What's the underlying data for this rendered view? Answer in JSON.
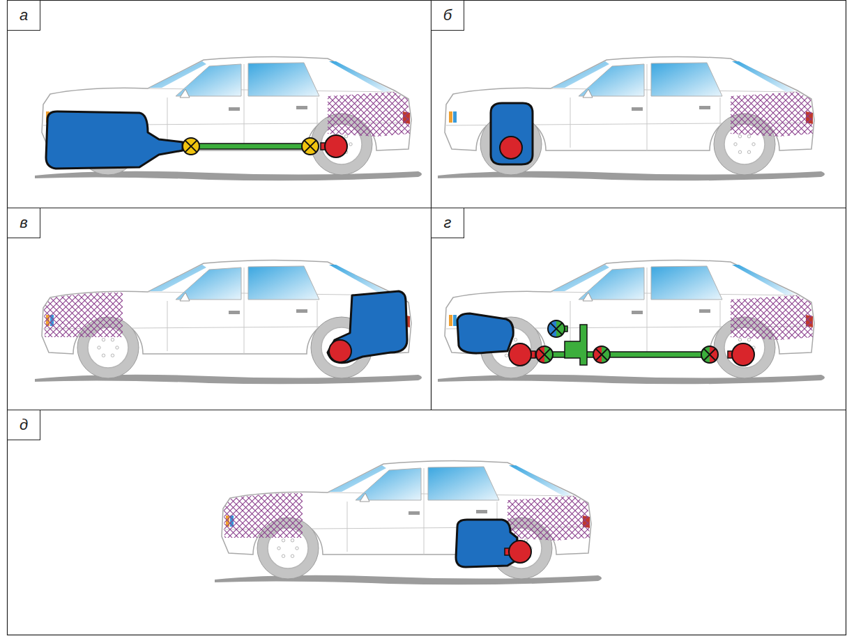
{
  "diagram": {
    "nodes": [
      {
        "text": [
          "а"
        ]
      },
      {
        "text": [
          "б"
        ]
      },
      {
        "text": [
          "в"
        ]
      },
      {
        "text": [
          "г"
        ]
      },
      {
        "text": [
          "д"
        ]
      }
    ]
  }
}
